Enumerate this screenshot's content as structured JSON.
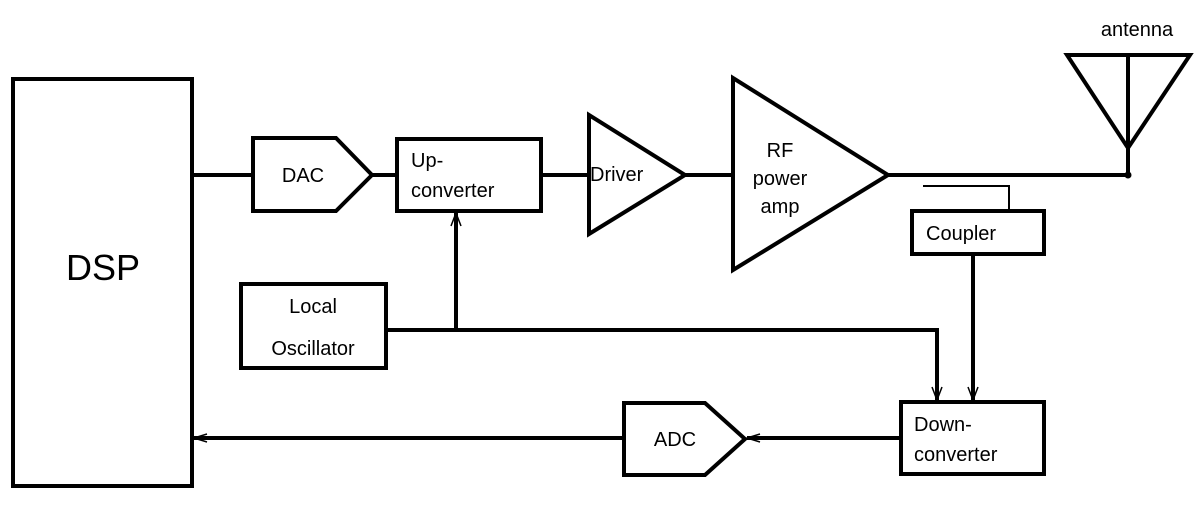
{
  "diagram": {
    "type": "RF transceiver block diagram",
    "blocks": {
      "dsp": {
        "label": "DSP"
      },
      "dac": {
        "label": "DAC"
      },
      "upconverter": {
        "line1": "Up-",
        "line2": "converter"
      },
      "driver": {
        "label": "Driver"
      },
      "rf_amp": {
        "line1": "RF",
        "line2": "power",
        "line3": "amp"
      },
      "antenna": {
        "label": "antenna"
      },
      "coupler": {
        "label": "Coupler"
      },
      "local_oscillator": {
        "line1": "Local",
        "line2": "Oscillator"
      },
      "downconverter": {
        "line1": "Down-",
        "line2": "converter"
      },
      "adc": {
        "label": "ADC"
      }
    },
    "connections": [
      {
        "from": "DSP",
        "to": "DAC"
      },
      {
        "from": "DAC",
        "to": "Up-converter"
      },
      {
        "from": "Up-converter",
        "to": "Driver"
      },
      {
        "from": "Driver",
        "to": "RF power amp"
      },
      {
        "from": "RF power amp",
        "to": "antenna"
      },
      {
        "from": "RF power amp output",
        "to": "Coupler"
      },
      {
        "from": "Coupler",
        "to": "Down-converter"
      },
      {
        "from": "Local Oscillator",
        "to": "Up-converter"
      },
      {
        "from": "Local Oscillator",
        "to": "Down-converter"
      },
      {
        "from": "Down-converter",
        "to": "ADC"
      },
      {
        "from": "ADC",
        "to": "DSP"
      }
    ]
  }
}
